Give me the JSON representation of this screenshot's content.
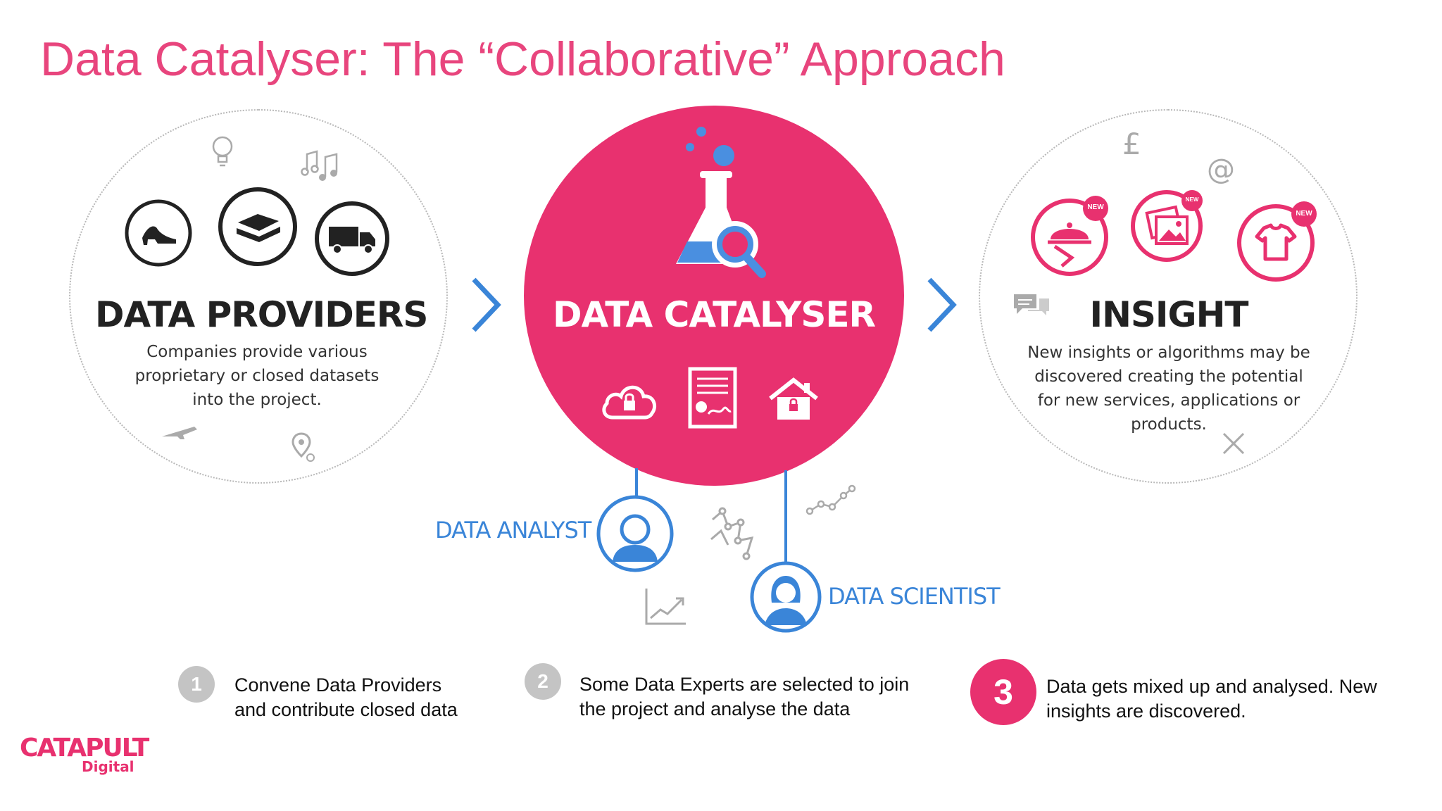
{
  "title": "Data Catalyser: The “Collaborative” Approach",
  "providers": {
    "heading": "DATA PROVIDERS",
    "description_lines": [
      "Companies provide various",
      "proprietary or closed datasets",
      "into the project."
    ]
  },
  "catalyser": {
    "heading": "DATA CATALYSER"
  },
  "insight": {
    "heading": "INSIGHT",
    "description_lines": [
      "New insights or algorithms may be",
      "discovered creating the potential",
      "for new services, applications or",
      "products."
    ],
    "badge": "NEW",
    "currency_symbol": "£",
    "at_symbol": "@"
  },
  "roles": {
    "analyst": "DATA ANALYST",
    "scientist": "DATA SCIENTIST"
  },
  "steps": [
    {
      "number": "1",
      "lines": [
        "Convene Data Providers",
        "and contribute closed data"
      ]
    },
    {
      "number": "2",
      "lines": [
        "Some Data Experts are selected to join",
        "the project and analyse the data"
      ]
    },
    {
      "number": "3",
      "lines": [
        "Data gets mixed up and analysed. New",
        "insights are discovered."
      ]
    }
  ],
  "logo": {
    "brand": "CATAPULT",
    "sub": "Digital"
  },
  "colors": {
    "accent": "#e8316f",
    "title": "#e8457d",
    "blue": "#3a85d8",
    "step_inactive": "#c4c4c4"
  }
}
